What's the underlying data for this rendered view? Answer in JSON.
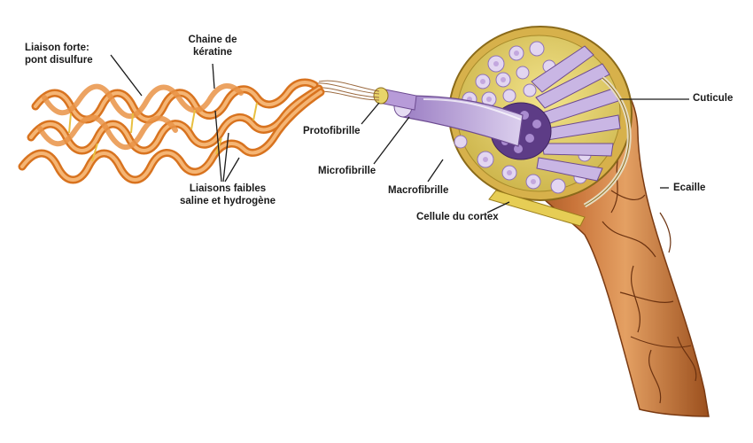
{
  "labels": {
    "strong_bond": [
      "Liaison forte:",
      "pont disulfure"
    ],
    "keratin_chain": [
      "Chaine de",
      "kératine"
    ],
    "weak_bonds": [
      "Liaisons faibles",
      "saline et hydrogène"
    ],
    "protofibril": "Protofibrille",
    "microfibril": "Microfibrille",
    "macrofibril": "Macrofibrille",
    "cortex_cell": "Cellule du cortex",
    "cuticle": "Cuticule",
    "scale": "Ecaille"
  },
  "colors": {
    "keratin_orange": "#e8843a",
    "keratin_light": "#f3b070",
    "hair_brown": "#c0682a",
    "hair_dark": "#8a4418",
    "cortex_yellow": "#e9d66a",
    "fibril_lilac": "#c9b6e4",
    "fibril_dark": "#6d4b91"
  }
}
